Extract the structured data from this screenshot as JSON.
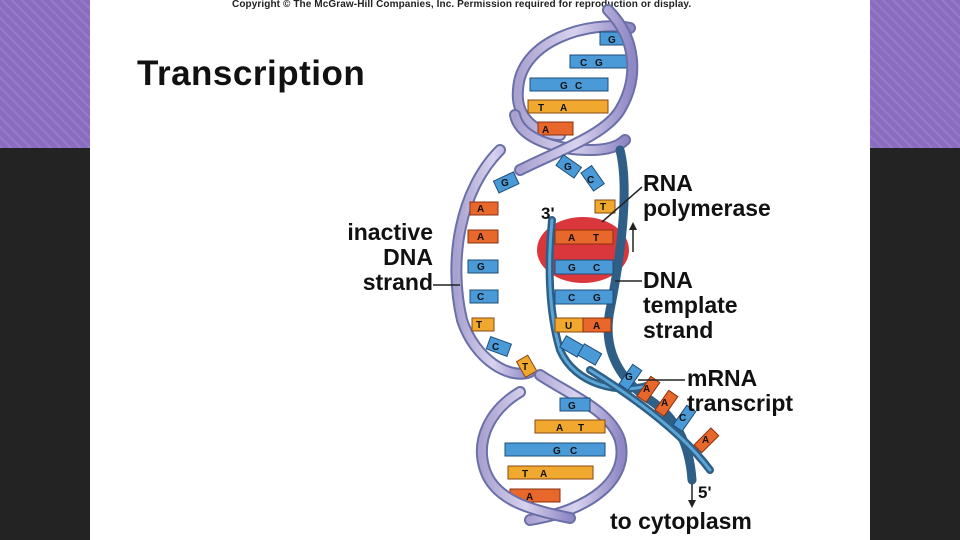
{
  "copyright": "Copyright © The McGraw-Hill Companies, Inc. Permission required for reproduction or display.",
  "title": "Transcription",
  "labels": {
    "inactive": [
      "inactive",
      "DNA",
      "strand"
    ],
    "rna_polymerase": [
      "RNA",
      "polymerase"
    ],
    "dna_template": [
      "DNA",
      "template",
      "strand"
    ],
    "mrna": [
      "mRNA",
      "transcript"
    ],
    "three_prime": "3'",
    "five_prime": "5'",
    "to_cytoplasm": "to cytoplasm"
  },
  "bases": {
    "top_pairs": [
      {
        "left": "",
        "right": "G"
      },
      {
        "left": "C",
        "right": "G"
      },
      {
        "left": "G",
        "right": "C"
      },
      {
        "left": "T",
        "right": "A"
      },
      {
        "left": "A",
        "right": ""
      }
    ],
    "inactive_strand": [
      "G",
      "A",
      "A",
      "G",
      "C",
      "T",
      "C",
      "T"
    ],
    "template_pairs": [
      {
        "rna": "A",
        "dna": "T"
      },
      {
        "rna": "G",
        "dna": "C"
      },
      {
        "rna": "C",
        "dna": "G"
      },
      {
        "rna": "U",
        "dna": "A"
      }
    ],
    "top_bubble": [
      "G",
      "C",
      "T"
    ],
    "mrna_tail": [
      "G",
      "A",
      "A",
      "C",
      "A"
    ],
    "bottom_pairs": [
      {
        "left": "",
        "right": "G"
      },
      {
        "left": "A",
        "right": "T"
      },
      {
        "left": "G",
        "right": "C"
      },
      {
        "left": "T",
        "right": "A"
      },
      {
        "left": "A",
        "right": ""
      }
    ]
  },
  "colors": {
    "background_purple": "#8a6cc0",
    "background_dark": "#232323",
    "backbone_lavender": "#b9b2d8",
    "backbone_dark": "#6b6fa8",
    "base_blue": "#4a9ad8",
    "base_orange": "#e8672a",
    "base_yellow": "#f0a82e",
    "polymerase_red": "#d7262c",
    "template_strand": "#2f5f86"
  }
}
